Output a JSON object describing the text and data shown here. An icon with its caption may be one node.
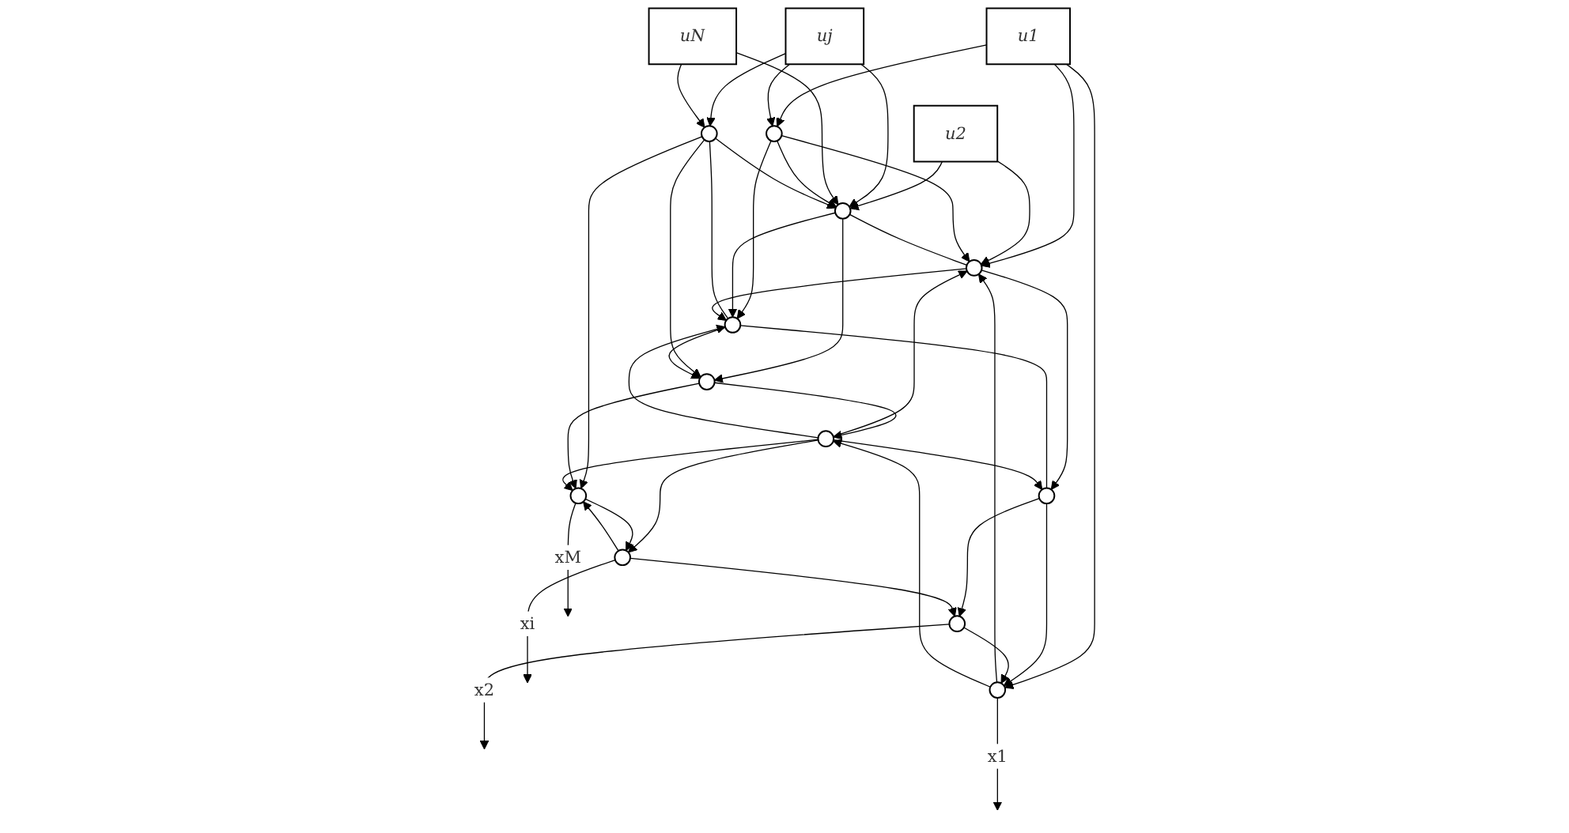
{
  "diagram": {
    "nodes": [
      {
        "text": [
          "u1"
        ]
      },
      {
        "text": [
          "u2"
        ]
      },
      {
        "text": [
          "uj"
        ]
      },
      {
        "text": [
          "uN"
        ]
      },
      {
        "text": [],
        "shape": "circle"
      },
      {
        "text": [],
        "shape": "circle"
      },
      {
        "text": [],
        "shape": "circle"
      },
      {
        "text": [],
        "shape": "circle"
      },
      {
        "text": [],
        "shape": "circle"
      },
      {
        "text": [],
        "shape": "circle"
      },
      {
        "text": [],
        "shape": "circle"
      },
      {
        "text": [],
        "shape": "circle"
      },
      {
        "text": [],
        "shape": "circle"
      },
      {
        "text": [],
        "shape": "circle"
      },
      {
        "text": [],
        "shape": "circle"
      },
      {
        "text": [],
        "shape": "circle"
      }
    ],
    "edges": [
      {
        "from": 0,
        "to": 4,
        "arrow": "to"
      },
      {
        "from": 0,
        "to": 7,
        "arrow": "to"
      },
      {
        "from": 0,
        "to": 12,
        "arrow": "to"
      },
      {
        "from": 1,
        "to": 5,
        "arrow": "to"
      },
      {
        "from": 1,
        "to": 7,
        "arrow": "to"
      },
      {
        "from": 2,
        "to": 4,
        "arrow": "to"
      },
      {
        "from": 2,
        "to": 5,
        "arrow": "to"
      },
      {
        "from": 2,
        "to": 6,
        "arrow": "to"
      },
      {
        "from": 3,
        "to": 5,
        "arrow": "to"
      },
      {
        "from": 3,
        "to": 6,
        "arrow": "to"
      },
      {
        "from": 4,
        "to": 5,
        "arrow": "to"
      },
      {
        "from": 4,
        "to": 8,
        "arrow": "to"
      },
      {
        "from": 4,
        "to": 7,
        "arrow": "to"
      },
      {
        "from": 6,
        "to": 5,
        "arrow": "to"
      },
      {
        "from": 5,
        "to": 7,
        "arrow": "none"
      },
      {
        "from": 5,
        "to": 8,
        "arrow": "to"
      },
      {
        "from": 5,
        "to": 10,
        "arrow": "to"
      },
      {
        "from": 6,
        "to": 8,
        "arrow": "none"
      },
      {
        "from": 6,
        "to": 10,
        "arrow": "to"
      },
      {
        "from": 6,
        "to": 13,
        "arrow": "to"
      },
      {
        "from": 7,
        "to": 8,
        "arrow": "to"
      },
      {
        "from": 11,
        "to": 7,
        "arrow": "to"
      },
      {
        "from": 7,
        "to": 9,
        "arrow": "to"
      },
      {
        "from": 12,
        "to": 7,
        "arrow": "to"
      },
      {
        "from": 8,
        "to": 10,
        "arrow": "to"
      },
      {
        "from": 8,
        "to": 9,
        "arrow": "none"
      },
      {
        "from": 11,
        "to": 8,
        "arrow": "to"
      },
      {
        "from": 10,
        "to": 11,
        "arrow": "to"
      },
      {
        "from": 10,
        "to": 13,
        "arrow": "to"
      },
      {
        "from": 11,
        "to": 9,
        "arrow": "to"
      },
      {
        "from": 11,
        "to": 13,
        "arrow": "to"
      },
      {
        "from": 11,
        "to": 15,
        "arrow": "to"
      },
      {
        "from": 9,
        "to": 14,
        "arrow": "to"
      },
      {
        "from": 9,
        "to": 12,
        "arrow": "to"
      },
      {
        "from": 12,
        "to": 11,
        "arrow": "to"
      },
      {
        "from": 14,
        "to": 12,
        "arrow": "to"
      },
      {
        "from": 15,
        "to": 14,
        "arrow": "to"
      },
      {
        "from": 15,
        "to": 13,
        "arrow": "to"
      },
      {
        "from": 13,
        "to": 15,
        "arrow": "to"
      },
      {
        "from": 12,
        "to": null,
        "arrow": "to",
        "label": "x1"
      },
      {
        "from": 14,
        "to": null,
        "arrow": "to",
        "label": "x2"
      },
      {
        "from": 15,
        "to": null,
        "arrow": "to",
        "label": "xi"
      },
      {
        "from": 13,
        "to": null,
        "arrow": "to",
        "label": "xM"
      }
    ]
  }
}
